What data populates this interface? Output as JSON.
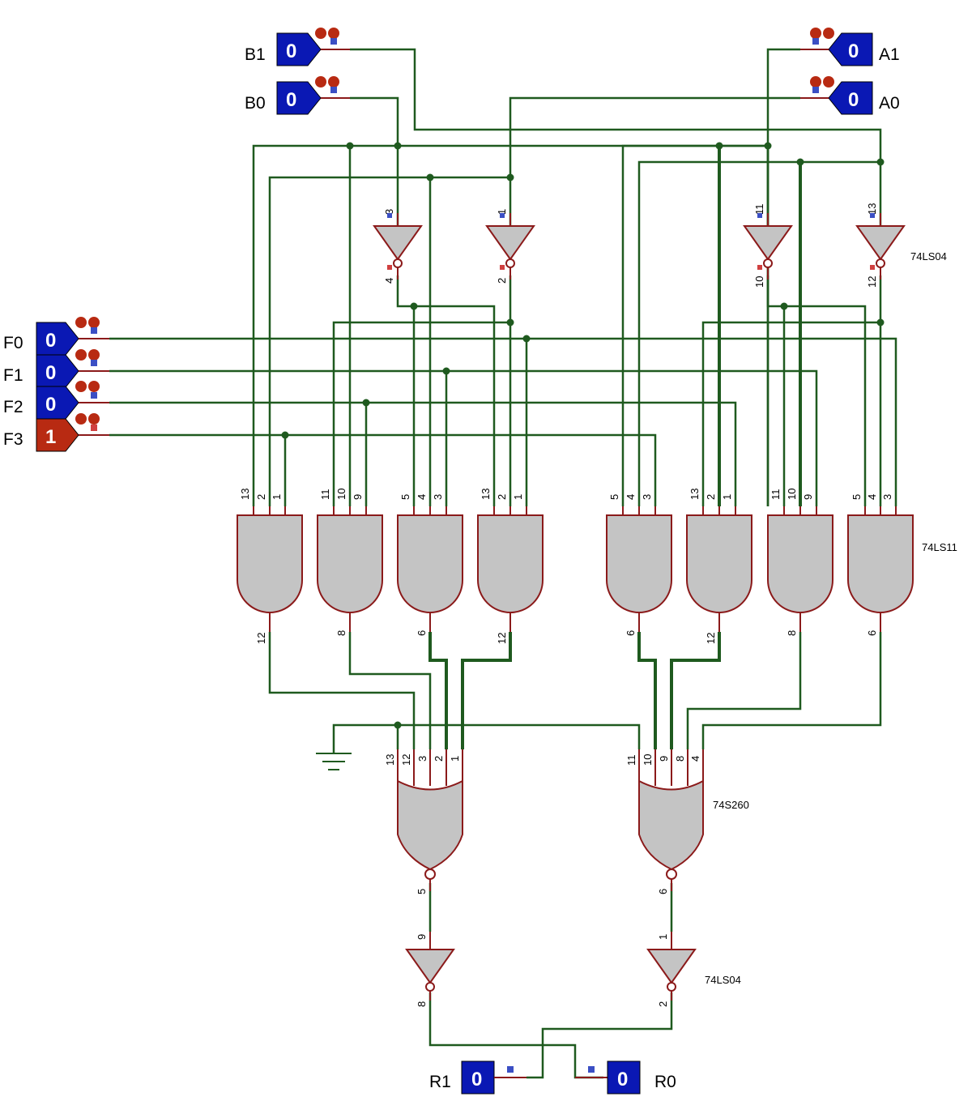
{
  "colors": {
    "wire": "#1f5a1f",
    "pin": "#8b1a1a",
    "gate_fill": "#c4c4c4",
    "input_low": "#0a18b4",
    "input_high": "#b82a12"
  },
  "inputs": {
    "B1": {
      "label": "B1",
      "value": "0"
    },
    "B0": {
      "label": "B0",
      "value": "0"
    },
    "A1": {
      "label": "A1",
      "value": "0"
    },
    "A0": {
      "label": "A0",
      "value": "0"
    },
    "F0": {
      "label": "F0",
      "value": "0"
    },
    "F1": {
      "label": "F1",
      "value": "0"
    },
    "F2": {
      "label": "F2",
      "value": "0"
    },
    "F3": {
      "label": "F3",
      "value": "1"
    }
  },
  "outputs": {
    "R1": {
      "label": "R1",
      "value": "0"
    },
    "R0": {
      "label": "R0",
      "value": "0"
    }
  },
  "chips": {
    "inverters_top": "74LS04",
    "and_gates": "74LS11",
    "nor_gates": "74S260",
    "inverters_bottom": "74LS04"
  },
  "pins": {
    "inv_top": [
      {
        "in": "3",
        "out": "4"
      },
      {
        "in": "1",
        "out": "2"
      },
      {
        "in": "11",
        "out": "10"
      },
      {
        "in": "13",
        "out": "12"
      }
    ],
    "and": [
      {
        "in": [
          "13",
          "2",
          "1"
        ],
        "out": "12"
      },
      {
        "in": [
          "11",
          "10",
          "9"
        ],
        "out": "8"
      },
      {
        "in": [
          "5",
          "4",
          "3"
        ],
        "out": "6"
      },
      {
        "in": [
          "13",
          "2",
          "1"
        ],
        "out": "12"
      },
      {
        "in": [
          "5",
          "4",
          "3"
        ],
        "out": "6"
      },
      {
        "in": [
          "13",
          "2",
          "1"
        ],
        "out": "12"
      },
      {
        "in": [
          "11",
          "10",
          "9"
        ],
        "out": "8"
      },
      {
        "in": [
          "5",
          "4",
          "3"
        ],
        "out": "6"
      }
    ],
    "nor": [
      {
        "in": [
          "13",
          "12",
          "3",
          "2",
          "1"
        ],
        "out": "5"
      },
      {
        "in": [
          "11",
          "10",
          "9",
          "8",
          "4"
        ],
        "out": "6"
      }
    ],
    "inv_bottom": [
      {
        "in": "9",
        "out": "8"
      },
      {
        "in": "1",
        "out": "2"
      }
    ]
  }
}
